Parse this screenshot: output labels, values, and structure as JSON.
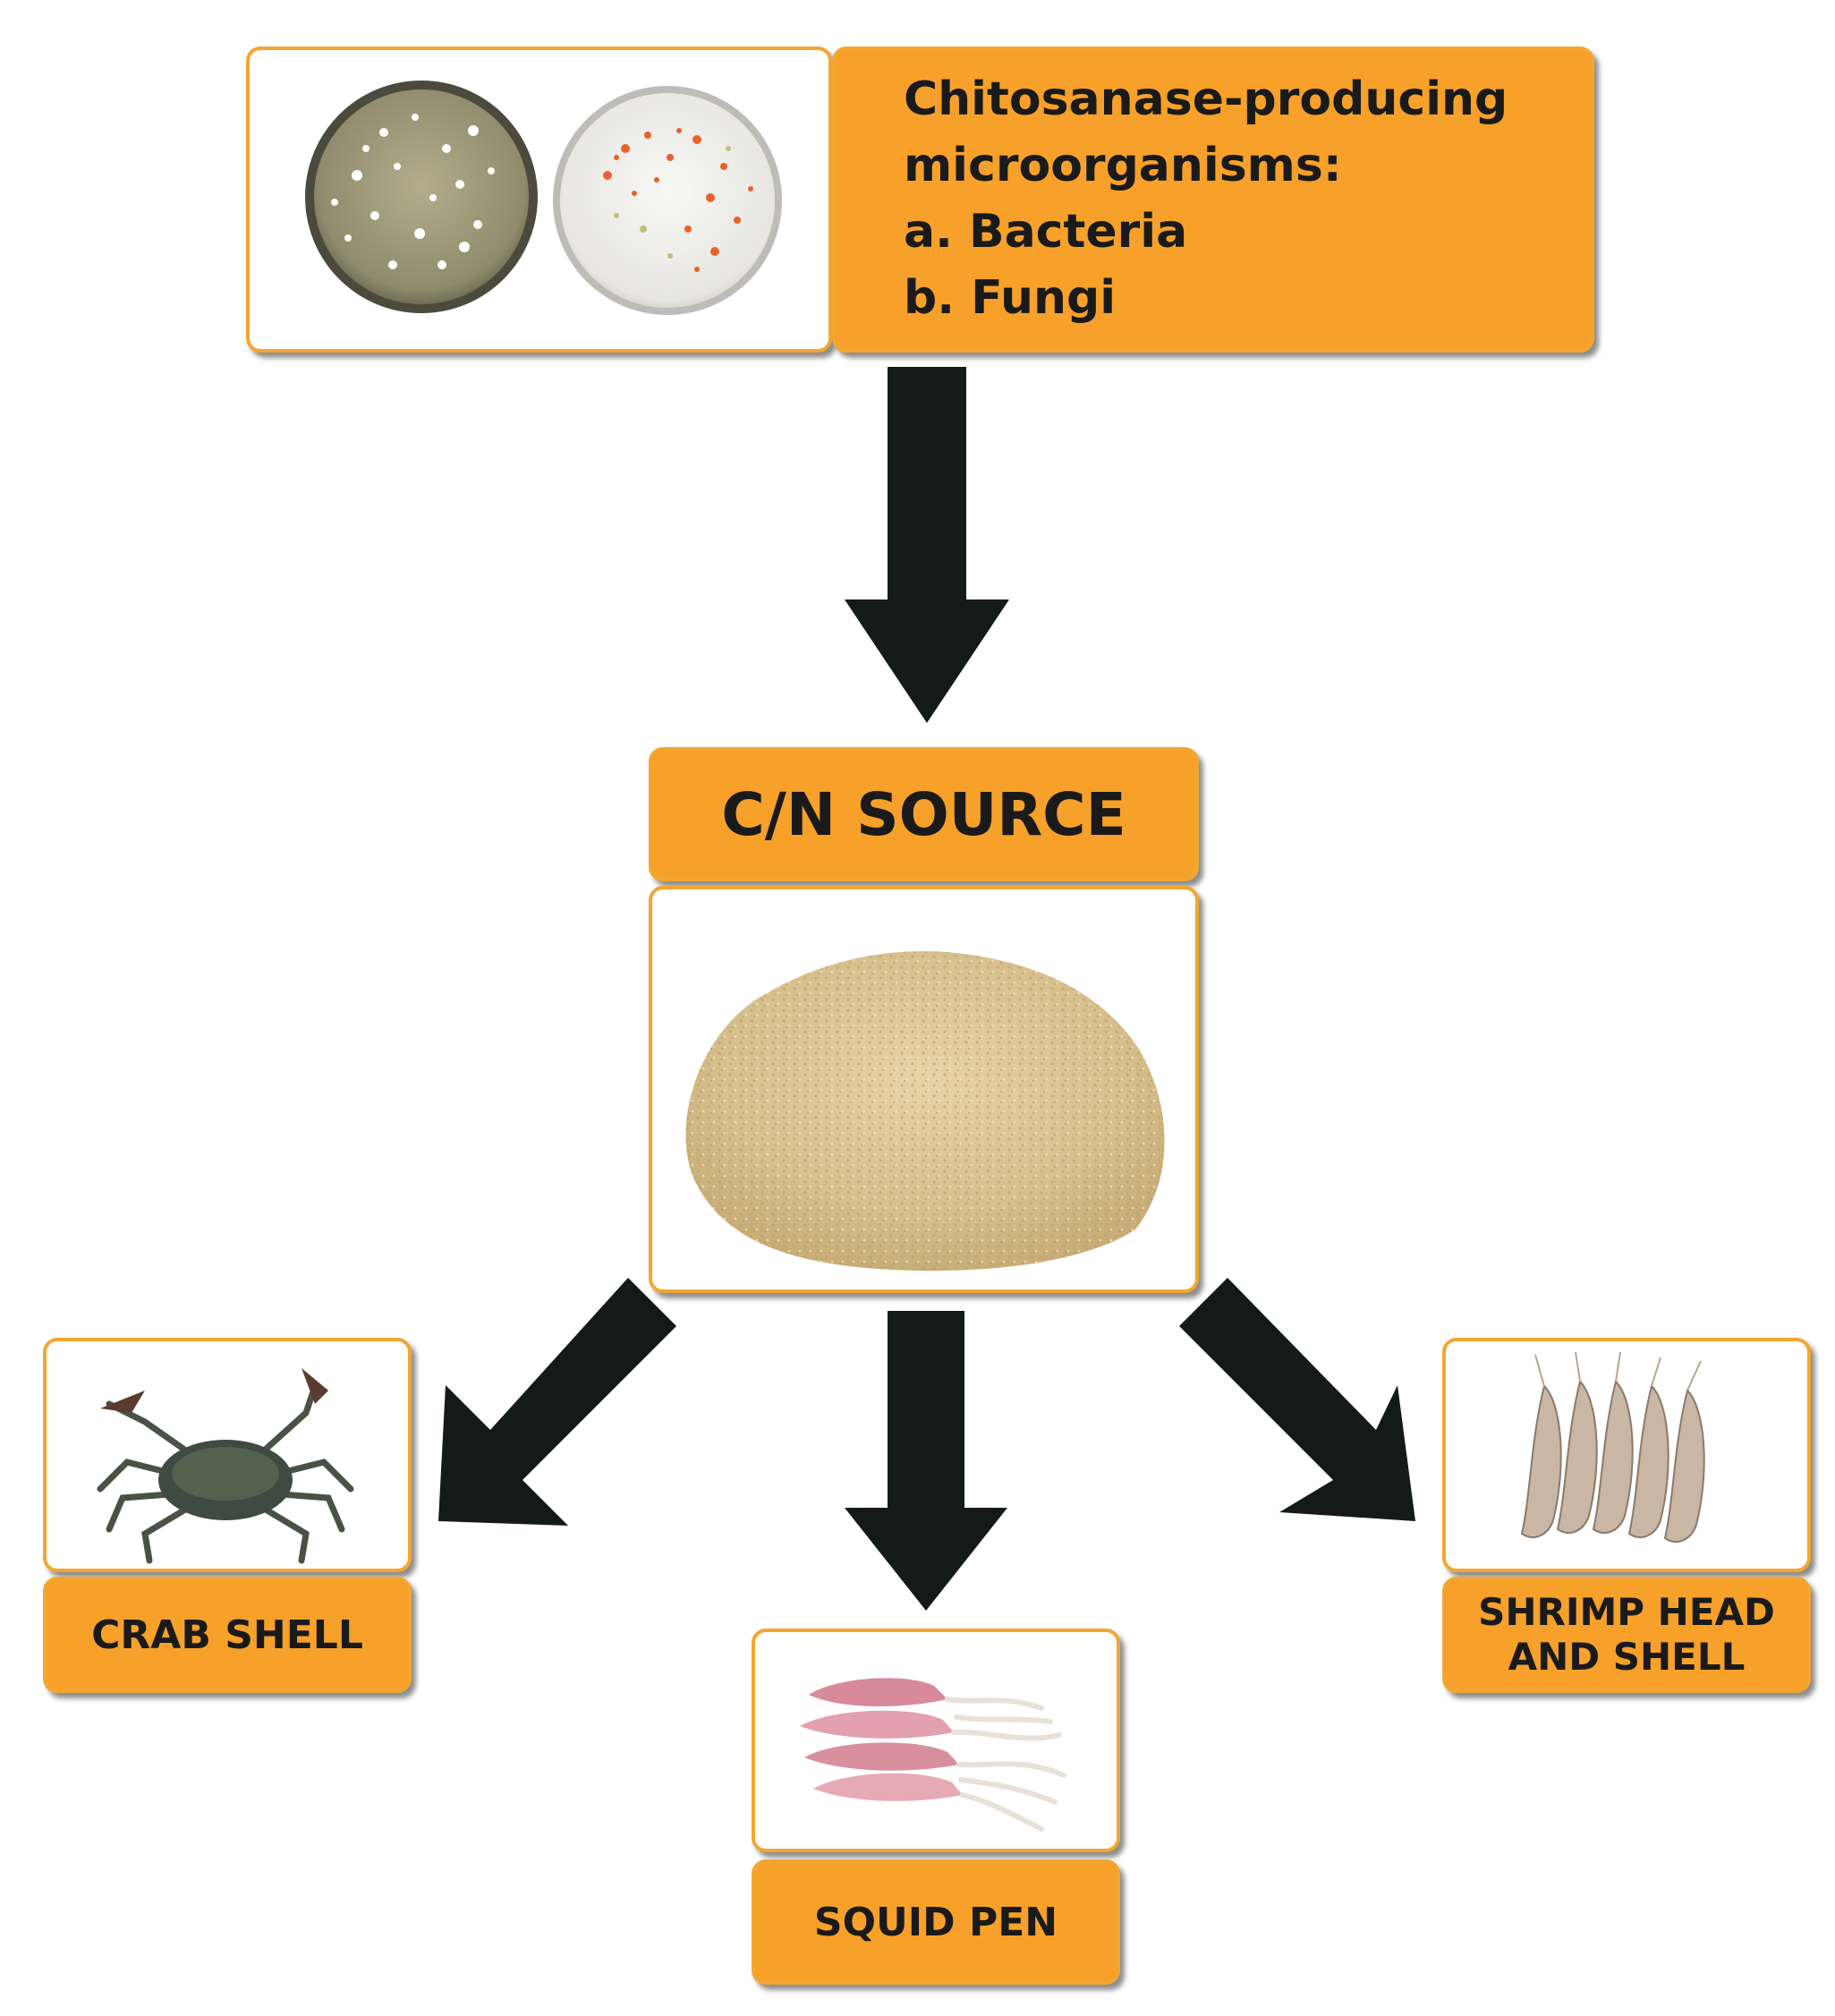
{
  "microorganisms": {
    "title_line1": "Chitosanase-producing",
    "title_line2": "microorganisms:",
    "items": [
      "a. Bacteria",
      "b. Fungi"
    ]
  },
  "cn_source": {
    "label": "C/N SOURCE"
  },
  "sources": {
    "crab": {
      "label": "CRAB SHELL"
    },
    "squid": {
      "label": "SQUID PEN"
    },
    "shrimp": {
      "label_line1": "SHRIMP HEAD",
      "label_line2": "AND SHELL"
    }
  },
  "colors": {
    "accent": "#f7a12a",
    "border": "#f3a62f",
    "arrow": "#141a18"
  }
}
